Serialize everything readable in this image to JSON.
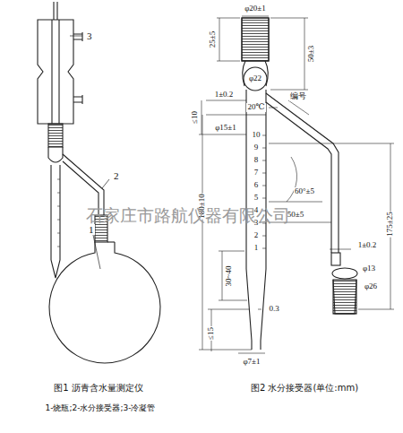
{
  "diagram": {
    "labels": [
      "3",
      "2",
      "1",
      "图1  沥青含水量测定仪",
      "1-烧瓶;2-水分接受器;3-冷凝管",
      "φ20±1",
      "25±5",
      "50±3",
      "φ22",
      "1±0.2",
      "≤10",
      "20℃",
      "编号",
      "φ15±1",
      "10",
      "9",
      "8",
      "7",
      "6",
      "5",
      "4",
      "3",
      "2",
      "1",
      "180±10",
      "30~40",
      "0.3",
      "≤15",
      "φ7±1",
      "60°±5",
      "50±5",
      "175±25",
      "1±0.2",
      "φ13",
      "φ26",
      "图2  水分接受器(单位:mm)",
      "石家庄市路航仪器有限公司"
    ]
  }
}
